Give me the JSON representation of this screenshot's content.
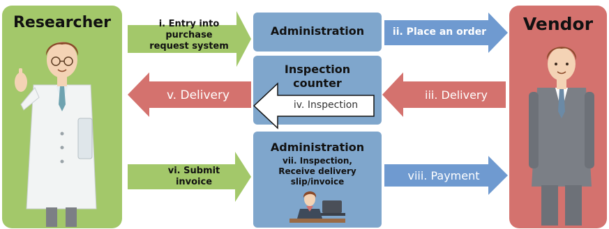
{
  "researcher": {
    "label": "Researcher"
  },
  "vendor": {
    "label": "Vendor"
  },
  "steps": {
    "step1": "i. Entry into purchase request system",
    "step2": "ii. Place an order",
    "step3": "iii. Delivery",
    "step4": "iv. Inspection",
    "step5": "v. Delivery",
    "step6": "vi. Submit invoice",
    "step7": "vii. Inspection, Receive delivery slip/invoice",
    "step8": "viii. Payment"
  },
  "boxes": {
    "admin_top": "Administration",
    "inspection_counter": "Inspection counter",
    "admin_bottom": "Administration"
  },
  "colors": {
    "researcher_panel": "#a3c86a",
    "vendor_panel": "#d4726e",
    "box_blue": "#7fa6cc",
    "arrow_green": "#a3c86a",
    "arrow_blue": "#6f9ad0",
    "arrow_red": "#d4726e"
  }
}
